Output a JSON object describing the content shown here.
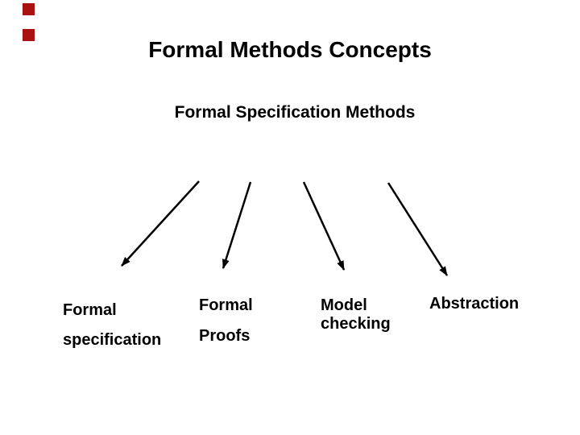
{
  "slide": {
    "background_color": "#ffffff",
    "text_color": "#000000",
    "title": "Formal Methods Concepts",
    "subtitle": "Formal Specification Methods",
    "decoration": {
      "square_color": "#aa1111"
    },
    "arrows": {
      "color": "#000000",
      "count": 4
    },
    "branches": [
      {
        "lines": [
          "Formal",
          "specification"
        ]
      },
      {
        "lines": [
          "Formal",
          "Proofs"
        ]
      },
      {
        "lines": [
          "Model",
          "checking"
        ]
      },
      {
        "lines": [
          "Abstraction"
        ]
      }
    ]
  }
}
